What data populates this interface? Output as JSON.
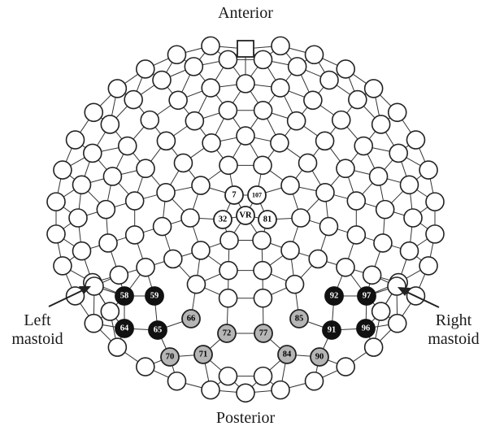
{
  "labels": {
    "anterior": "Anterior",
    "posterior": "Posterior",
    "left_mastoid_1": "Left",
    "left_mastoid_2": "mastoid",
    "right_mastoid_1": "Right",
    "right_mastoid_2": "mastoid"
  },
  "center_electrodes": [
    {
      "label": "7"
    },
    {
      "label": "107"
    },
    {
      "label": "VR"
    },
    {
      "label": "32"
    },
    {
      "label": "81"
    }
  ],
  "black_electrodes": [
    {
      "label": "58"
    },
    {
      "label": "59"
    },
    {
      "label": "64"
    },
    {
      "label": "65"
    },
    {
      "label": "92"
    },
    {
      "label": "97"
    },
    {
      "label": "91"
    },
    {
      "label": "96"
    }
  ],
  "gray_electrodes": [
    {
      "label": "66"
    },
    {
      "label": "72"
    },
    {
      "label": "77"
    },
    {
      "label": "85"
    },
    {
      "label": "70"
    },
    {
      "label": "71"
    },
    {
      "label": "84"
    },
    {
      "label": "90"
    }
  ],
  "colors": {
    "line": "#333333",
    "electrode_fill": "#ffffff",
    "black_fill": "#111111",
    "gray_fill": "#b5b5b5",
    "text": "#1a1a1a"
  }
}
